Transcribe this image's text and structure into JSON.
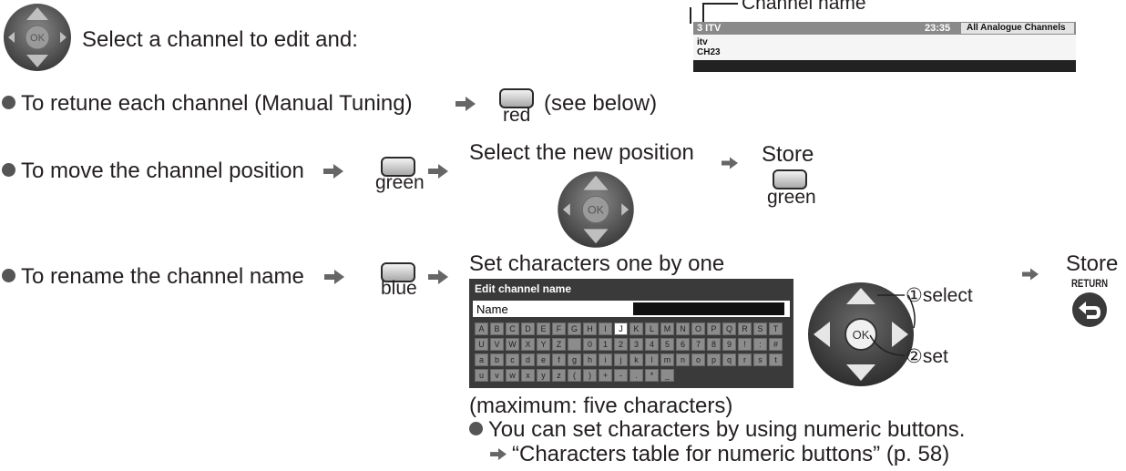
{
  "intro": {
    "text": "Select a channel to edit and:"
  },
  "callout": {
    "label": "Channel name"
  },
  "banner": {
    "channel": "3 ITV",
    "time": "23:35",
    "list_label": "All Analogue Channels",
    "line1": "itv",
    "line2": "CH23"
  },
  "row_retune": {
    "text": "To retune each channel (Manual Tuning)",
    "button_caption": "red",
    "note": "(see below)"
  },
  "row_move": {
    "text": "To move the channel position",
    "button_caption": "green",
    "select_label": "Select the new position",
    "store_label": "Store",
    "store_caption": "green"
  },
  "row_rename": {
    "text": "To rename the channel name",
    "button_caption": "blue",
    "header": "Set characters one by one",
    "editor_title": "Edit channel name",
    "field_label": "Name",
    "select_label": "①select",
    "set_label": "②set",
    "store_label": "Store",
    "return_label": "RETURN",
    "max_note": "(maximum: five characters)",
    "tip": "You can set characters by using numeric buttons.",
    "ref": "“Characters table for numeric buttons” (p. 58)"
  },
  "keyboard": [
    [
      "A",
      "B",
      "C",
      "D",
      "E",
      "F",
      "G",
      "H",
      "I",
      "J",
      "K",
      "L",
      "M",
      "N",
      "O",
      "P",
      "Q",
      "R",
      "S",
      "T"
    ],
    [
      "U",
      "V",
      "W",
      "X",
      "Y",
      "Z",
      "",
      "0",
      "1",
      "2",
      "3",
      "4",
      "5",
      "6",
      "7",
      "8",
      "9",
      "!",
      ":",
      "#"
    ],
    [
      "a",
      "b",
      "c",
      "d",
      "e",
      "f",
      "g",
      "h",
      "i",
      "j",
      "k",
      "l",
      "m",
      "n",
      "o",
      "p",
      "q",
      "r",
      "s",
      "t"
    ],
    [
      "u",
      "v",
      "w",
      "x",
      "y",
      "z",
      "(",
      ")",
      "+",
      "-",
      ".",
      "*",
      "_",
      "",
      "",
      "",
      "",
      "",
      "",
      ""
    ]
  ],
  "keyboard_selected": "J",
  "icons": [
    "ok-dpad-icon",
    "arrow-right-icon",
    "return-icon",
    "bullet-icon"
  ],
  "colors": {
    "button": "#a9a9a9",
    "banner_bg": "#222222",
    "banner_bar": "#8a8a8a",
    "editor_bg": "#3a3a3a",
    "text": "#231f20"
  }
}
